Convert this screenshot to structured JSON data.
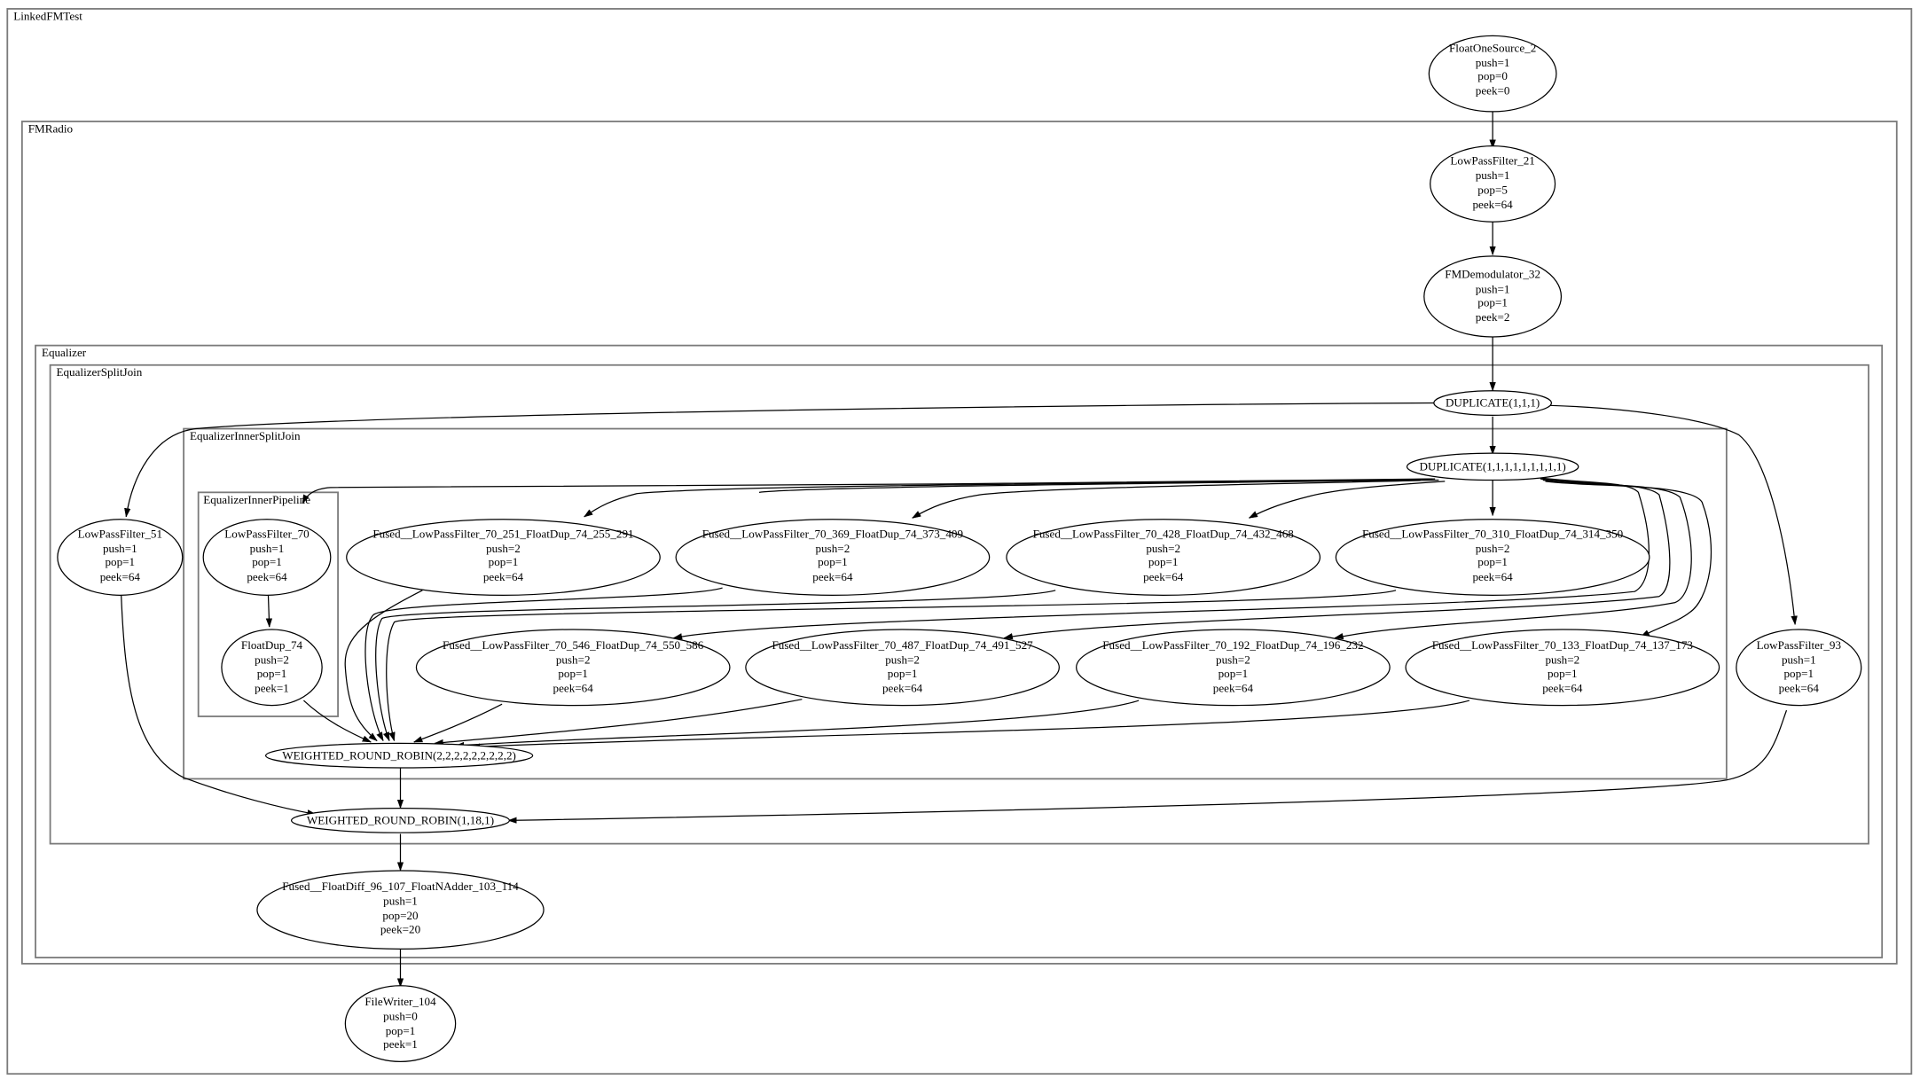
{
  "clusters": {
    "linked_fm_test": "LinkedFMTest",
    "fm_radio": "FMRadio",
    "equalizer": "Equalizer",
    "equalizer_split_join": "EqualizerSplitJoin",
    "equalizer_inner_split_join": "EqualizerInnerSplitJoin",
    "equalizer_inner_pipeline": "EqualizerInnerPipeline"
  },
  "nodes": {
    "float_one_source": {
      "name": "FloatOneSource_2",
      "push": "push=1",
      "pop": "pop=0",
      "peek": "peek=0"
    },
    "low_pass_21": {
      "name": "LowPassFilter_21",
      "push": "push=1",
      "pop": "pop=5",
      "peek": "peek=64"
    },
    "fm_demod": {
      "name": "FMDemodulator_32",
      "push": "push=1",
      "pop": "pop=1",
      "peek": "peek=2"
    },
    "dup_outer": {
      "name": "DUPLICATE(1,1,1)"
    },
    "dup_inner": {
      "name": "DUPLICATE(1,1,1,1,1,1,1,1,1)"
    },
    "low_pass_51": {
      "name": "LowPassFilter_51",
      "push": "push=1",
      "pop": "pop=1",
      "peek": "peek=64"
    },
    "low_pass_70": {
      "name": "LowPassFilter_70",
      "push": "push=1",
      "pop": "pop=1",
      "peek": "peek=64"
    },
    "float_dup_74": {
      "name": "FloatDup_74",
      "push": "push=2",
      "pop": "pop=1",
      "peek": "peek=1"
    },
    "fused_251": {
      "name": "Fused__LowPassFilter_70_251_FloatDup_74_255_291",
      "push": "push=2",
      "pop": "pop=1",
      "peek": "peek=64"
    },
    "fused_369": {
      "name": "Fused__LowPassFilter_70_369_FloatDup_74_373_409",
      "push": "push=2",
      "pop": "pop=1",
      "peek": "peek=64"
    },
    "fused_428": {
      "name": "Fused__LowPassFilter_70_428_FloatDup_74_432_468",
      "push": "push=2",
      "pop": "pop=1",
      "peek": "peek=64"
    },
    "fused_310": {
      "name": "Fused__LowPassFilter_70_310_FloatDup_74_314_350",
      "push": "push=2",
      "pop": "pop=1",
      "peek": "peek=64"
    },
    "fused_546": {
      "name": "Fused__LowPassFilter_70_546_FloatDup_74_550_586",
      "push": "push=2",
      "pop": "pop=1",
      "peek": "peek=64"
    },
    "fused_487": {
      "name": "Fused__LowPassFilter_70_487_FloatDup_74_491_527",
      "push": "push=2",
      "pop": "pop=1",
      "peek": "peek=64"
    },
    "fused_192": {
      "name": "Fused__LowPassFilter_70_192_FloatDup_74_196_232",
      "push": "push=2",
      "pop": "pop=1",
      "peek": "peek=64"
    },
    "fused_133": {
      "name": "Fused__LowPassFilter_70_133_FloatDup_74_137_173",
      "push": "push=2",
      "pop": "pop=1",
      "peek": "peek=64"
    },
    "low_pass_93": {
      "name": "LowPassFilter_93",
      "push": "push=1",
      "pop": "pop=1",
      "peek": "peek=64"
    },
    "wrr_inner": {
      "name": "WEIGHTED_ROUND_ROBIN(2,2,2,2,2,2,2,2,2)"
    },
    "wrr_outer": {
      "name": "WEIGHTED_ROUND_ROBIN(1,18,1)"
    },
    "fused_float_diff": {
      "name": "Fused__FloatDiff_96_107_FloatNAdder_103_114",
      "push": "push=1",
      "pop": "pop=20",
      "peek": "peek=20"
    },
    "file_writer": {
      "name": "FileWriter_104",
      "push": "push=0",
      "pop": "pop=1",
      "peek": "peek=1"
    }
  }
}
